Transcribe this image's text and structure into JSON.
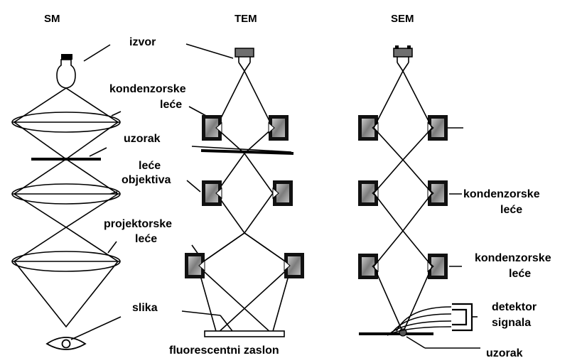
{
  "columns": {
    "sm": "SM",
    "tem": "TEM",
    "sem": "SEM"
  },
  "labels": {
    "izvor": "izvor",
    "kondenzorske_1": "kondenzorske",
    "kondenzorske_2": "leće",
    "uzorak": "uzorak",
    "objektiva_1": "leće",
    "objektiva_2": "objektiva",
    "projektorske_1": "projektorske",
    "projektorske_2": "leće",
    "slika": "slika",
    "zaslon": "fluorescentni zaslon",
    "sem_kond_a1": "kondenzorske",
    "sem_kond_a2": "leće",
    "sem_kond_b1": "kondenzorske",
    "sem_kond_b2": "leće",
    "detektor_1": "detektor",
    "detektor_2": "signala",
    "sem_uzorak": "uzorak"
  },
  "colors": {
    "line": "#000000",
    "lens_outer": "#111111",
    "lens_inner": "#9a9a9a",
    "background": "#ffffff"
  }
}
